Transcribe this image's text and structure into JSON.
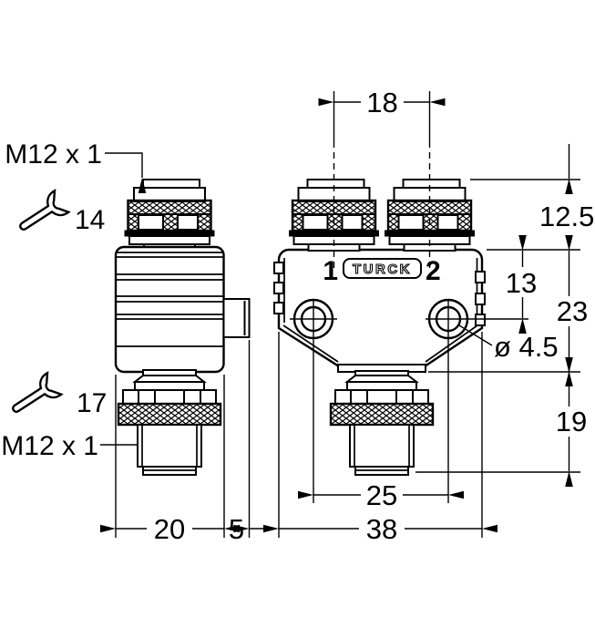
{
  "drawing": {
    "background": "#ffffff",
    "line_color": "#000000",
    "description": "Technical dimension drawing of M12 Y-splitter connector, side view and front view"
  },
  "labels": {
    "thread_top": "M12 x 1",
    "wrench_top_size": "14",
    "wrench_bottom_size": "17",
    "thread_bottom": "M12 x 1",
    "port1": "1",
    "port2": "2",
    "brand": "TURCK"
  },
  "dimensions": {
    "connector_pitch": "18",
    "coupling_height": "12.5",
    "hole_offset": "13",
    "body_height": "23",
    "hole_diameter": "ø 4.5",
    "male_height": "19",
    "hole_pitch": "25",
    "body_width": "38",
    "side_depth": "20",
    "tab_depth": "5"
  }
}
